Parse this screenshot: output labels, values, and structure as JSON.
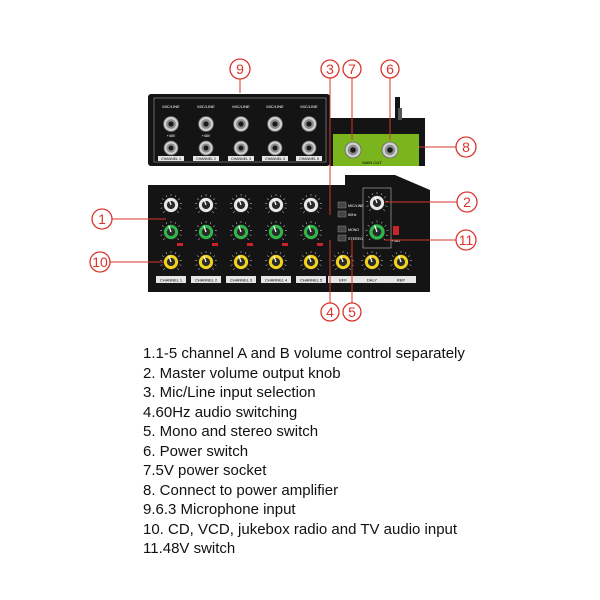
{
  "mixer": {
    "jack_labels_top": [
      "MIC/LINE",
      "MIC/LINE",
      "MIC/LINE",
      "MIC/LINE",
      "MIC/LINE"
    ],
    "phantom_labels": [
      "+48V",
      "+48V"
    ],
    "jack_labels_bottom": [
      "CHANNEL 1",
      "CHANNEL 2",
      "CHANNEL 3",
      "CHANNEL 4",
      "CHANNEL 5"
    ],
    "main_out_label": "MAIN OUT",
    "switch_labels": [
      "MIC/LINE",
      "60Hz",
      "MONO",
      "STEREO"
    ],
    "phantom_switch_label": "+48V",
    "strip_labels": [
      "CHANNEL 1",
      "CHANNEL 2",
      "CHANNEL 3",
      "CHANNEL 4",
      "CHANNEL 5",
      "EFF",
      "DALY",
      "REP"
    ],
    "callouts": [
      "1",
      "2",
      "3",
      "4",
      "5",
      "6",
      "7",
      "8",
      "9",
      "10",
      "11"
    ]
  },
  "legend": [
    "1.1-5 channel A and B volume control separately",
    "2. Master volume output knob",
    "3. Mic/Line input selection",
    "4.60Hz audio switching",
    "5. Mono and stereo switch",
    "6. Power switch",
    "7.5V power socket",
    "8. Connect to power amplifier",
    "9.6.3 Microphone input",
    "10. CD, VCD, jukebox radio and TV audio input",
    "11.48V switch"
  ],
  "colors": {
    "panel": "#141414",
    "callout_red": "#d9342b",
    "green_panel": "#7ab51d",
    "knob_green": "#2fb84a",
    "knob_yellow": "#f2d21b"
  }
}
